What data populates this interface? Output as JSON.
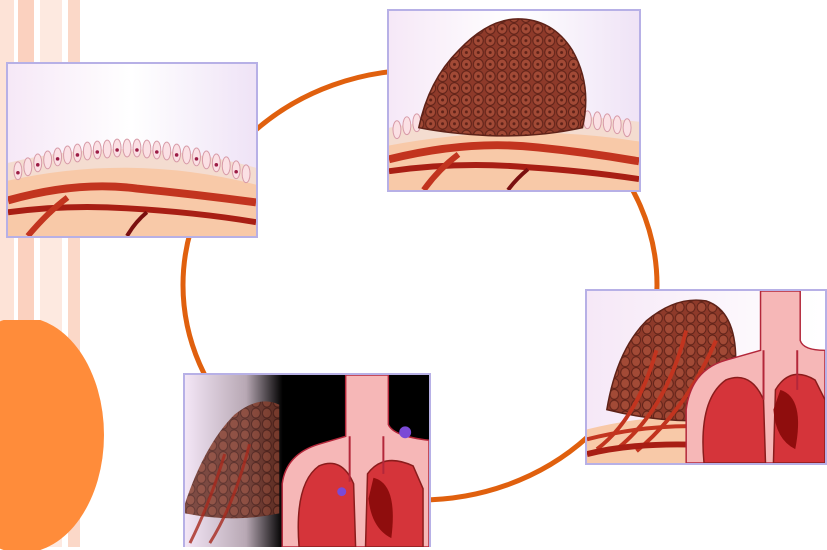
{
  "slide": {
    "accent_color": "#ff8c3a",
    "stripe_colors": [
      "#fde2d6",
      "#fbd0bf",
      "#fde8df"
    ],
    "cycle_color": "#e0600e"
  },
  "panels": [
    {
      "name": "panel-normal-epithelium",
      "stage": "normal-tissue"
    },
    {
      "name": "panel-primary-tumor",
      "stage": "tumor-growth"
    },
    {
      "name": "panel-angiogenesis",
      "stage": "vascularization"
    },
    {
      "name": "panel-metastasis",
      "stage": "spread-to-lungs"
    }
  ]
}
